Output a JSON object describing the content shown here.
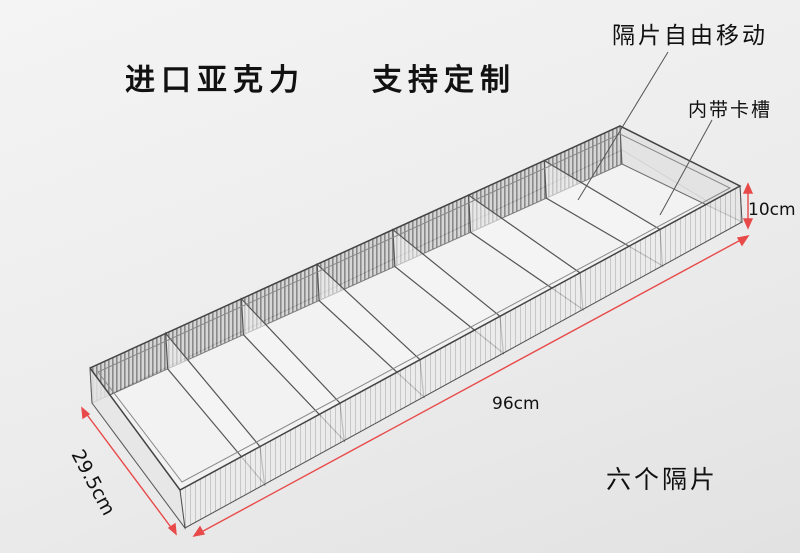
{
  "headline_left": "进口亚克力",
  "headline_right": "支持定制",
  "callout_dividers": "隔片自由移动",
  "callout_slots": "内带卡槽",
  "dimensions": {
    "height": "10cm",
    "length": "96cm",
    "width": "29.5cm"
  },
  "divider_count_label": "六个隔片",
  "divider_count": 6,
  "colors": {
    "dimension_arrow": "#e84a4a",
    "box_edge": "#555555"
  }
}
